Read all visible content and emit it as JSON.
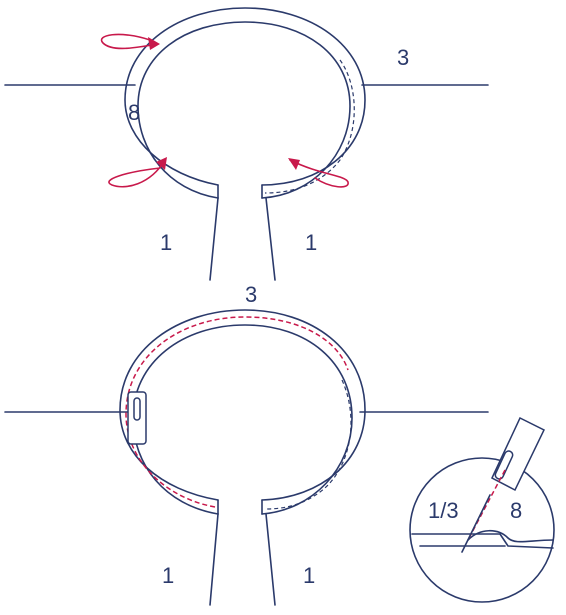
{
  "labels": {
    "top_band_edge": "8",
    "top_right_piece": "3",
    "top_left_front": "1",
    "top_right_front": "1",
    "bottom_top_piece": "3",
    "bottom_left_front": "1",
    "bottom_right_front": "1",
    "detail_left": "1/3",
    "detail_right": "8"
  },
  "colors": {
    "line": "#2b3a6b",
    "stitch_accent": "#c8194b"
  },
  "icons": [
    "presser-foot-icon",
    "fold-arrow-icon"
  ]
}
